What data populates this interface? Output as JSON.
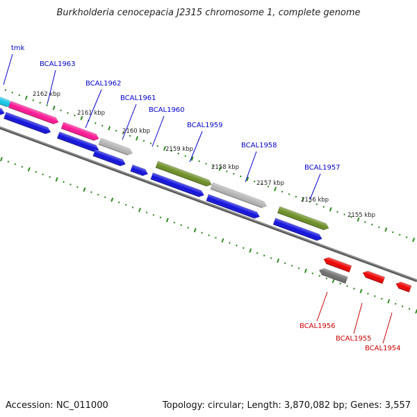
{
  "title": "Burkholderia cenocepacia J2315 chromosome 1, complete genome",
  "footer": {
    "accession": "Accession: NC_011000",
    "summary": "Topology: circular; Length: 3,870,082 bp; Genes: 3,557"
  },
  "colors": {
    "backbone": "#7a7a7a",
    "tick": "#2e8b1e",
    "label_forward": "#0000cc",
    "label_reverse": "#cc0000",
    "cds_forward": "#1010dd",
    "cds_reverse": "#ee0000",
    "pink": "#ff1493",
    "silver": "#b4b4b4",
    "olive": "#6b8e23",
    "cyan": "#11c6e8",
    "dark_grey": "#6e6e6e"
  },
  "tick_labels": [
    "2162 kbp",
    "2161 kbp",
    "2160 kbp",
    "2159 kbp",
    "2158 kbp",
    "2157 kbp",
    "2156 kbp",
    "2155 kbp"
  ],
  "gene_labels": [
    {
      "text": "tmk",
      "strand": "forward"
    },
    {
      "text": "BCAL1963",
      "strand": "forward"
    },
    {
      "text": "BCAL1962",
      "strand": "forward"
    },
    {
      "text": "BCAL1961",
      "strand": "forward"
    },
    {
      "text": "BCAL1960",
      "strand": "forward"
    },
    {
      "text": "BCAL1959",
      "strand": "forward"
    },
    {
      "text": "BCAL1958",
      "strand": "forward"
    },
    {
      "text": "BCAL1957",
      "strand": "forward"
    },
    {
      "text": "BCAL1956",
      "strand": "reverse"
    },
    {
      "text": "BCAL1955",
      "strand": "reverse"
    },
    {
      "text": "BCAL1954",
      "strand": "reverse"
    }
  ]
}
